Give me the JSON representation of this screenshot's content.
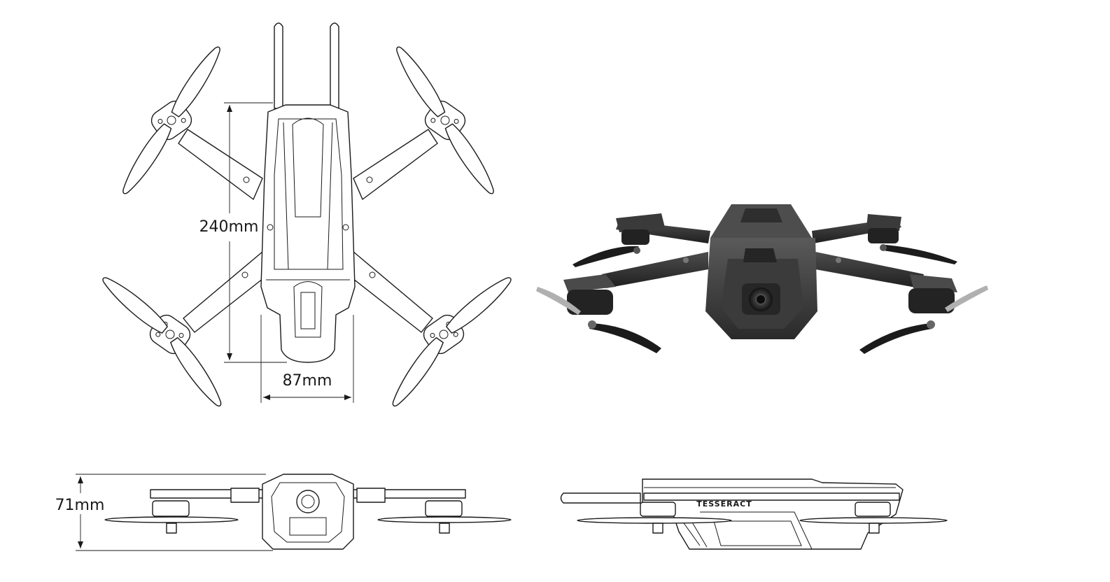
{
  "dimensions": {
    "length_label": "240mm",
    "width_label": "87mm",
    "height_label": "71mm"
  },
  "brand": {
    "name": "TESSERACT"
  },
  "colors": {
    "line": "#1a1a1a",
    "render_dark": "#2b2b2b",
    "render_mid": "#4a4a4a",
    "render_light": "#6e6e6e",
    "background": "#ffffff"
  }
}
